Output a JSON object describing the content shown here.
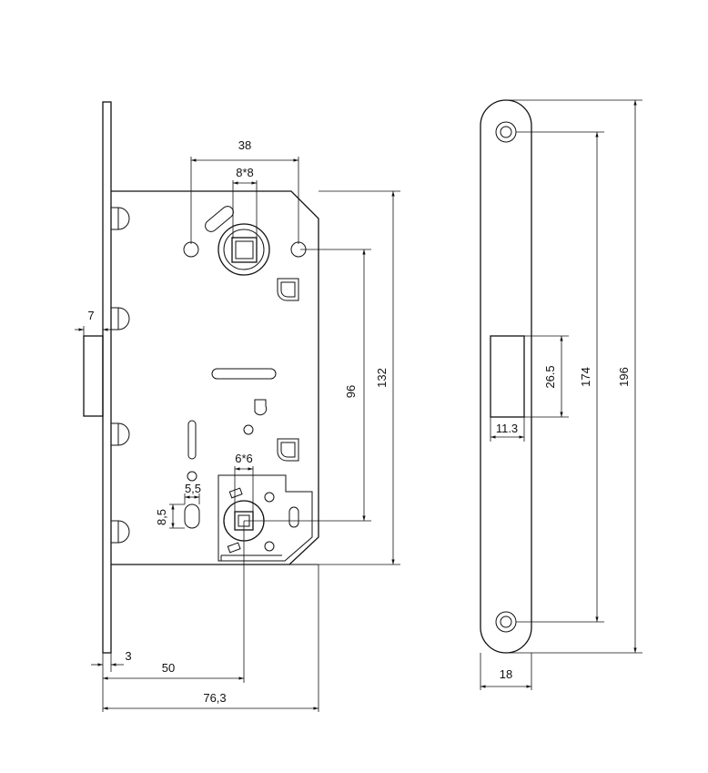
{
  "dimensions": {
    "backset_spacing": "38",
    "follower_square": "8*8",
    "distance_96": "96",
    "height_132": "132",
    "faceplate_width_7": "7",
    "privacy_square": "6*6",
    "slot_5_5": "5,5",
    "slot_8_5": "8,5",
    "faceplate_thickness": "3",
    "backset": "50",
    "body_depth": "76,3",
    "strike_opening_h": "26.5",
    "screw_spacing": "174",
    "strike_height": "196",
    "strike_opening_w": "11.3",
    "strike_width": "18"
  }
}
